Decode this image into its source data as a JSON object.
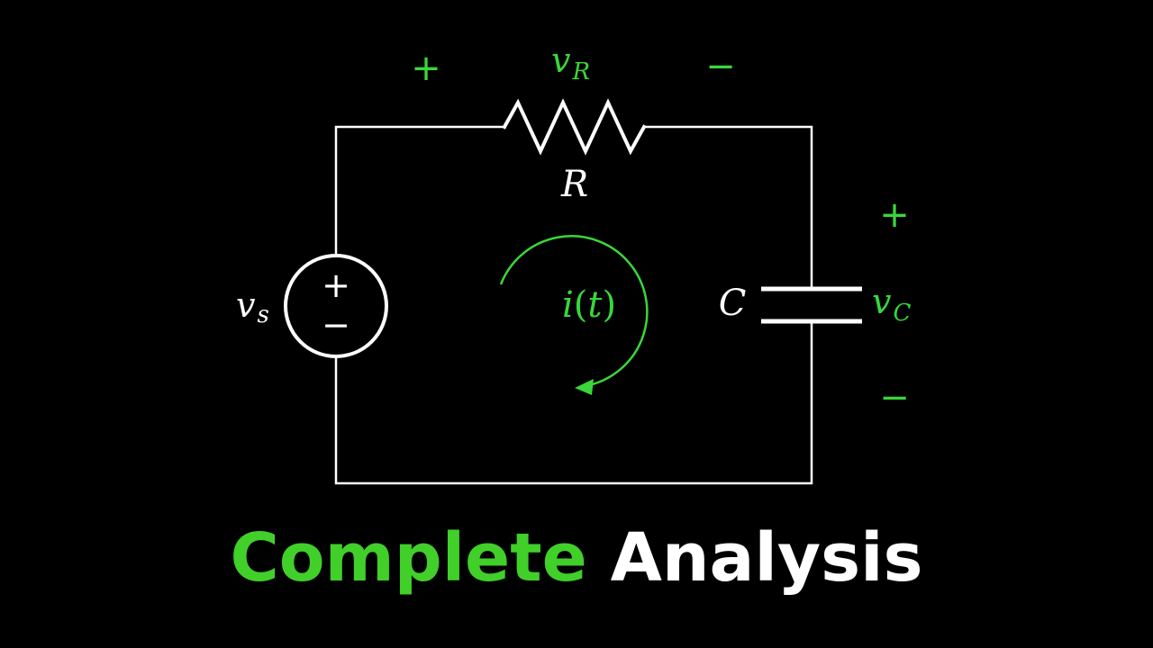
{
  "colors": {
    "background": "#000000",
    "wire": "#ffffff",
    "accent": "#3ad63a",
    "caption_accent": "#41cf2a",
    "caption_main": "#ffffff"
  },
  "circuit": {
    "source": {
      "label": "v",
      "label_sub": "s",
      "plus": "+",
      "minus": "−"
    },
    "resistor": {
      "label": "R",
      "voltage_label": "v",
      "voltage_sub": "R",
      "plus": "+",
      "minus": "−"
    },
    "capacitor": {
      "label": "C",
      "voltage_label": "v",
      "voltage_sub": "C",
      "plus": "+",
      "minus": "−"
    },
    "current": {
      "label_i": "i",
      "label_open": "(",
      "label_t": "t",
      "label_close": ")"
    }
  },
  "caption": {
    "word1": "Complete",
    "word2": "Analysis"
  }
}
